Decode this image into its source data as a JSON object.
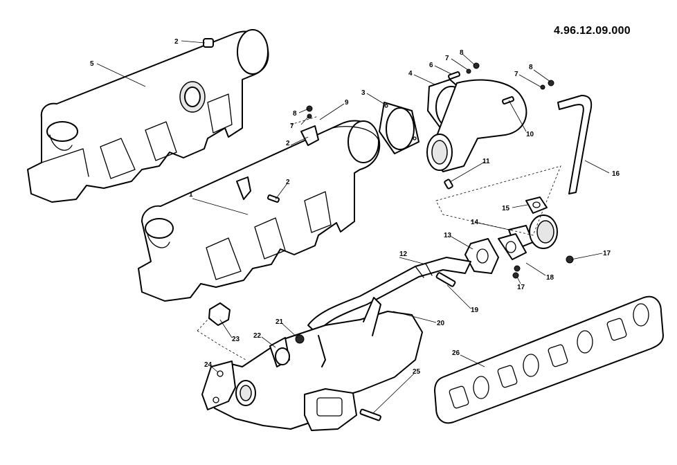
{
  "document_number": "4.96.12.09.000",
  "callouts": {
    "c1": "1",
    "c2a": "2",
    "c2b": "2",
    "c2c": "2",
    "c3": "3",
    "c4": "4",
    "c5": "5",
    "c6": "6",
    "c7a": "7",
    "c7b": "7",
    "c7c": "7",
    "c8a": "8",
    "c8b": "8",
    "c8c": "8",
    "c9": "9",
    "c10": "10",
    "c11": "11",
    "c12": "12",
    "c13": "13",
    "c14": "14",
    "c15": "15",
    "c16": "16",
    "c17a": "17",
    "c17b": "17",
    "c18": "18",
    "c19": "19",
    "c20": "20",
    "c21": "21",
    "c22": "22",
    "c23": "23",
    "c24": "24",
    "c25": "25",
    "c26": "26"
  }
}
